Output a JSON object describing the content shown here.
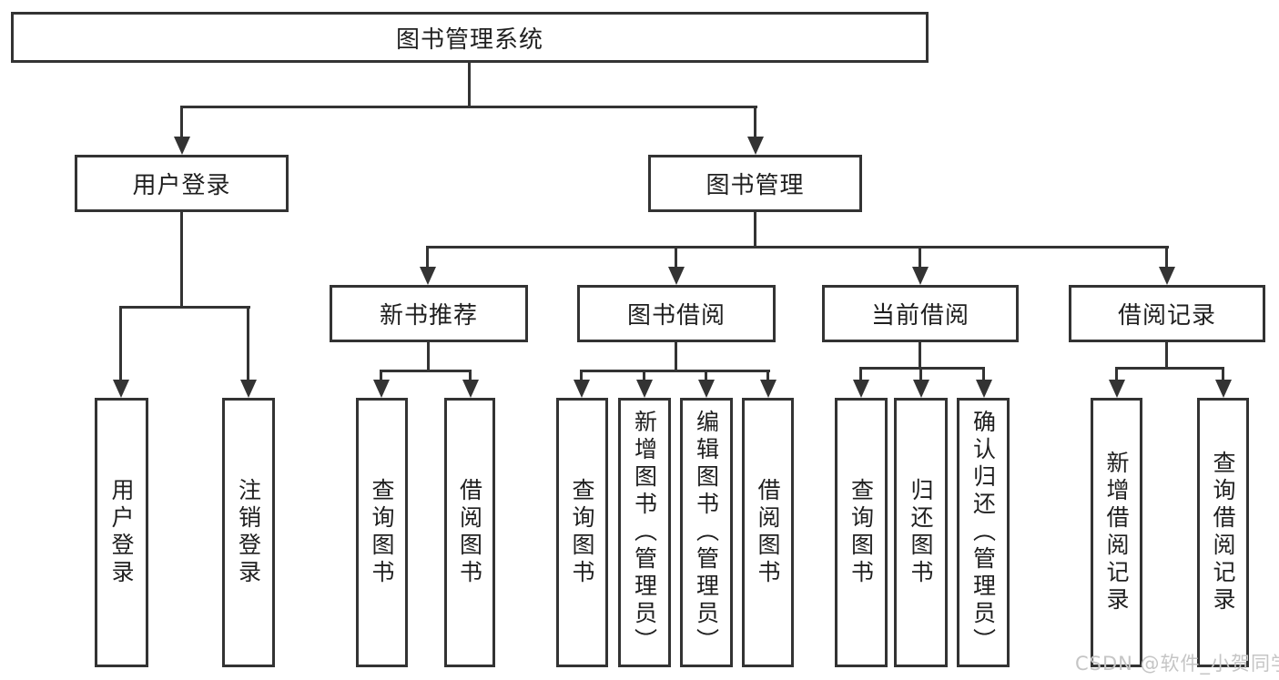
{
  "style": {
    "line_color": "#333333",
    "text_color": "#1f1f1f",
    "background": "#ffffff",
    "watermark_color": "#c5c5c5"
  },
  "tree": {
    "label": "图书管理系统",
    "children": [
      {
        "label": "用户登录",
        "children": [
          {
            "label": "用户登录"
          },
          {
            "label": "注销登录"
          }
        ]
      },
      {
        "label": "图书管理",
        "children": [
          {
            "label": "新书推荐",
            "children": [
              {
                "label": "查询图书"
              },
              {
                "label": "借阅图书"
              }
            ]
          },
          {
            "label": "图书借阅",
            "children": [
              {
                "label": "查询图书"
              },
              {
                "label": "新增图书（管理员）"
              },
              {
                "label": "编辑图书（管理员）"
              },
              {
                "label": "借阅图书"
              }
            ]
          },
          {
            "label": "当前借阅",
            "children": [
              {
                "label": "查询图书"
              },
              {
                "label": "归还图书"
              },
              {
                "label": "确认归还（管理员）"
              }
            ]
          },
          {
            "label": "借阅记录",
            "children": [
              {
                "label": "新增借阅记录"
              },
              {
                "label": "查询借阅记录"
              }
            ]
          }
        ]
      }
    ]
  },
  "watermark": {
    "text": "CSDN @软件_小贺同学"
  }
}
